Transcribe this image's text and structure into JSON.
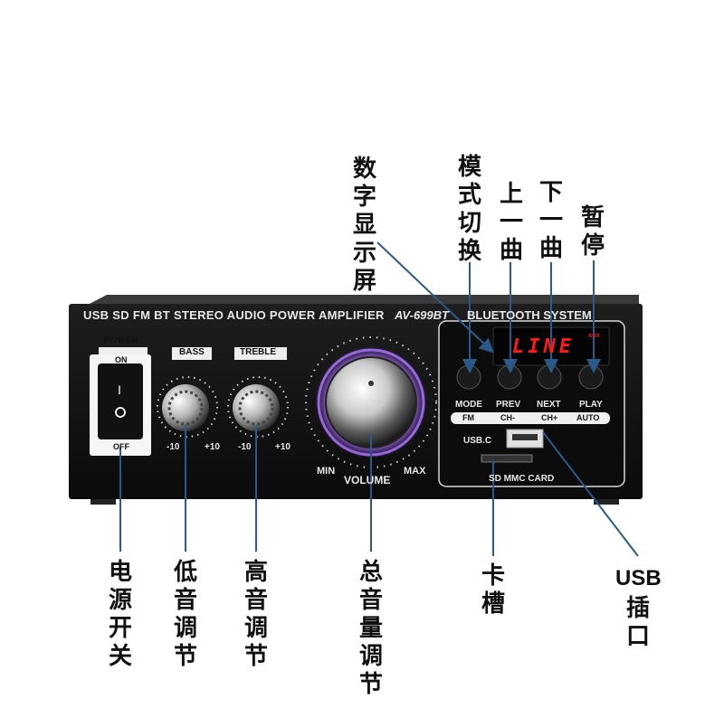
{
  "annotations": {
    "digital_display": "数字显示屏",
    "mode_switch": "模式切换",
    "prev_track": "上一曲",
    "next_track": "下一曲",
    "pause": "暂停",
    "power_switch": "电源开关",
    "bass_adjust": "低音调节",
    "treble_adjust": "高音调节",
    "volume_adjust": "总音量调节",
    "card_slot": "卡槽",
    "usb_port_line1": "USB",
    "usb_port_line2": "插口"
  },
  "panel": {
    "header": "USB SD FM BT STEREO AUDIO POWER AMPLIFIER",
    "model": "AV-699BT",
    "bluetooth": "BLUETOOTH SYSTEM",
    "power_label": "POWER",
    "power_on": "ON",
    "power_off": "OFF",
    "bass_label": "BASS",
    "treble_label": "TREBLE",
    "bass_min": "-10",
    "bass_max": "+10",
    "treble_min": "-10",
    "treble_max": "+10",
    "volume_label": "VOLUME",
    "volume_min": "MIN",
    "volume_max": "MAX",
    "display_text": "LINE",
    "display_badge": "AUX",
    "buttons": [
      {
        "top": "MODE",
        "bottom": "FM"
      },
      {
        "top": "PREV",
        "bottom": "CH-"
      },
      {
        "top": "NEXT",
        "bottom": "CH+"
      },
      {
        "top": "PLAY",
        "bottom": "AUTO"
      }
    ],
    "usb_label": "USB.C",
    "card_label": "SD MMC CARD"
  },
  "colors": {
    "panel": "#121212",
    "display_red": "#ff1a1a",
    "glow": "#a25cff",
    "arrow": "#2b5a8a"
  }
}
